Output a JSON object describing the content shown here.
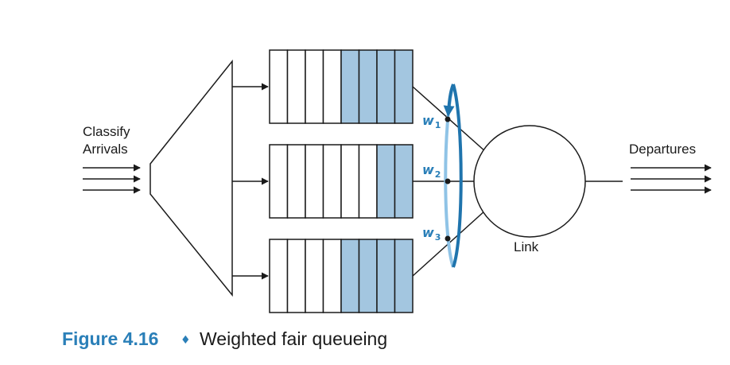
{
  "labels": {
    "classify": "Classify",
    "arrivals": "Arrivals",
    "departures": "Departures",
    "link": "Link"
  },
  "weights": [
    {
      "symbol": "w",
      "sub": "1"
    },
    {
      "symbol": "w",
      "sub": "2"
    },
    {
      "symbol": "w",
      "sub": "3"
    }
  ],
  "queues": [
    {
      "total_slots": 8,
      "filled_slots": 4
    },
    {
      "total_slots": 8,
      "filled_slots": 2
    },
    {
      "total_slots": 8,
      "filled_slots": 4
    }
  ],
  "caption": {
    "number": "Figure 4.16",
    "separator": "♦",
    "title": "Weighted fair queueing"
  },
  "colors": {
    "filled": "#a3c6e0",
    "accent": "#2a7fb8",
    "ring_light": "#8fc3e6",
    "ring_dark": "#1f74ad",
    "line": "#1a1a1a"
  }
}
